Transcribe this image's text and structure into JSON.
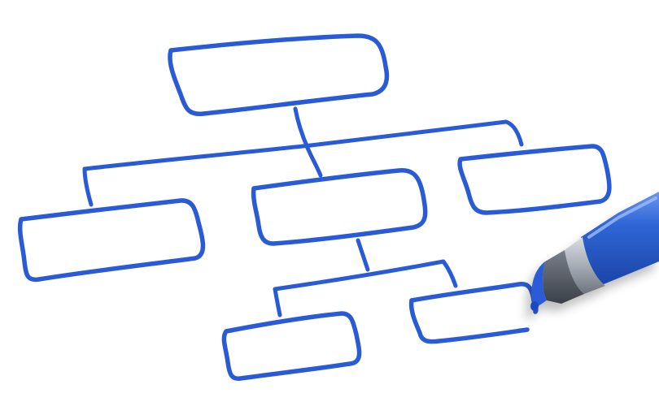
{
  "diagram": {
    "kind": "hand-drawn organizational chart (tree)",
    "ink_color": "#2a5bd7",
    "nodes": [
      {
        "id": "root",
        "level": 0,
        "label": ""
      },
      {
        "id": "left",
        "level": 1,
        "label": ""
      },
      {
        "id": "middle",
        "level": 1,
        "label": ""
      },
      {
        "id": "right",
        "level": 1,
        "label": ""
      },
      {
        "id": "bottom-left",
        "level": 2,
        "label": ""
      },
      {
        "id": "bottom-right",
        "level": 2,
        "label": ""
      }
    ],
    "edges": [
      {
        "from": "root",
        "to": "left"
      },
      {
        "from": "root",
        "to": "middle"
      },
      {
        "from": "root",
        "to": "right"
      },
      {
        "from": "middle",
        "to": "bottom-left"
      },
      {
        "from": "middle",
        "to": "bottom-right"
      }
    ]
  },
  "marker": {
    "icon": "marker-pen-icon",
    "barrel_color": "#2f66d6",
    "tip_color": "#4a4f57"
  }
}
